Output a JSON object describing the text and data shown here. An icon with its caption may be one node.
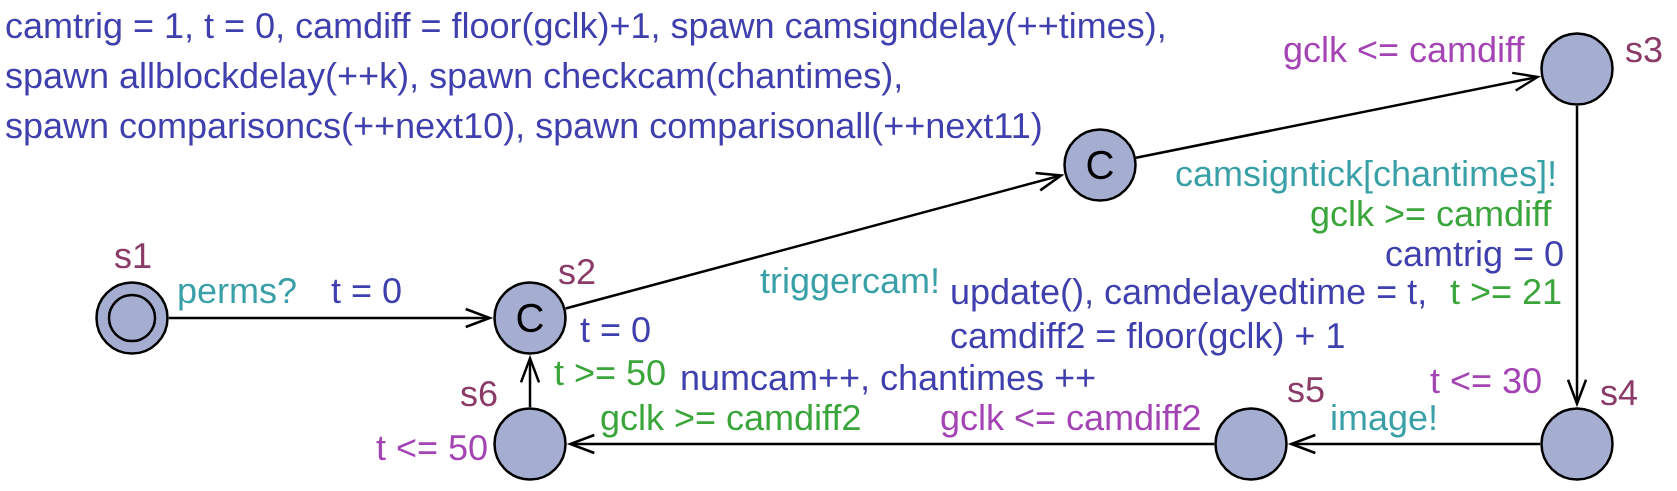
{
  "diagram": {
    "nodes": [
      {
        "text": [],
        "shape": "doublecircle",
        "beside": [
          "s1"
        ]
      },
      {
        "text": [
          "C"
        ],
        "beside": [
          "s2"
        ]
      },
      {
        "text": [
          "C"
        ]
      },
      {
        "text": [],
        "shape": "circle",
        "beside": [
          "gclk <= camdiff",
          "s3"
        ]
      },
      {
        "text": [],
        "shape": "circle",
        "beside": [
          "t <= 30",
          "s4"
        ]
      },
      {
        "text": [],
        "shape": "circle",
        "beside": [
          "gclk <= camdiff2",
          "s5"
        ]
      },
      {
        "text": [],
        "shape": "circle",
        "beside": [
          "s6",
          "t <= 50"
        ]
      }
    ],
    "edges": [
      {
        "from": 0,
        "to": 1,
        "arrow": "to",
        "label": "perms?"
      },
      {
        "from": 1,
        "to": 2,
        "arrow": "to",
        "label": "triggercam!"
      },
      {
        "from": 2,
        "to": 3,
        "arrow": "to",
        "label": "camsigntick[chantimes]!"
      },
      {
        "from": 3,
        "to": 4,
        "arrow": "to",
        "label": "gclk >= camdiff"
      },
      {
        "from": 4,
        "to": 5,
        "arrow": "to",
        "label": "image!"
      },
      {
        "from": 5,
        "to": 6,
        "arrow": "to",
        "label": "gclk >= camdiff2"
      },
      {
        "from": 6,
        "to": 1,
        "arrow": "to",
        "label": "t >= 50"
      }
    ],
    "labels": [
      "camtrig = 1, t = 0, camdiff = floor(gclk)+1, spawn camsigndelay(++times), spawn allblockdelay(++k), spawn checkcam(chantimes), spawn comparisoncs(++next10), spawn comparisonall(++next11)",
      "camtrig = 0",
      "t >= 21",
      "t = 0",
      "update(), camdelayedtime = t, camdiff2 = floor(gclk) + 1",
      "t = 0",
      "numcam++, chantimes ++"
    ]
  }
}
